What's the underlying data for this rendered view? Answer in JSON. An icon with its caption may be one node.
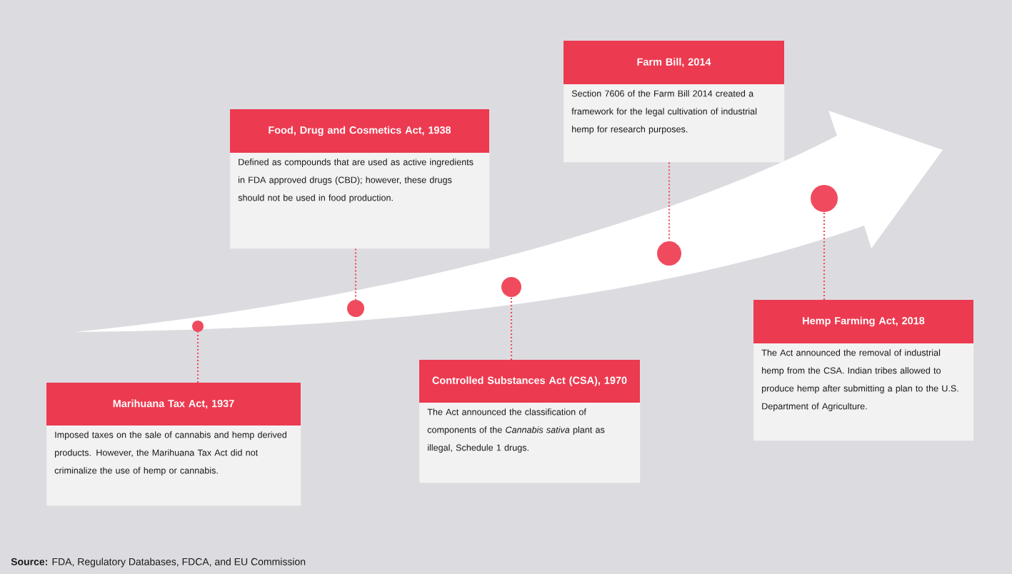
{
  "diagram": {
    "nodes": [
      {
        "text": [
          "Marihuana Tax Act, 1937",
          "Imposed taxes on the sale of cannabis and hemp derived products. However, the Marihuana Tax Act did not criminalize the use of hemp or cannabis."
        ]
      },
      {
        "text": [
          "Food, Drug and Cosmetics Act, 1938",
          "Defined as compounds that are used as active ingredients in FDA approved drugs (CBD); however, these drugs should not be used in food production."
        ]
      },
      {
        "text": [
          "Controlled Substances Act (CSA), 1970",
          "The Act announced the classification of components of the *Cannabis sativa* plant as illegal, Schedule 1 drugs."
        ]
      },
      {
        "text": [
          "Farm Bill, 2014",
          "Section 7606 of the Farm Bill 2014 created a framework for the legal cultivation of industrial hemp for research purposes."
        ]
      },
      {
        "text": [
          "Hemp Farming Act, 2018",
          "The Act announced the removal of industrial hemp from the CSA. Indian tribes allowed to produce hemp after submitting a plan to the U.S. Department of Agriculture."
        ]
      },
      {
        "text": [],
        "shape": "circle"
      },
      {
        "text": [],
        "shape": "circle"
      },
      {
        "text": [],
        "shape": "circle"
      },
      {
        "text": [],
        "shape": "circle"
      },
      {
        "text": [],
        "shape": "circle"
      }
    ],
    "edges": [
      {
        "from": 0,
        "to": 5,
        "arrow": "none"
      },
      {
        "from": 1,
        "to": 6,
        "arrow": "none"
      },
      {
        "from": 2,
        "to": 7,
        "arrow": "none"
      },
      {
        "from": 3,
        "to": 8,
        "arrow": "none"
      },
      {
        "from": 4,
        "to": 9,
        "arrow": "none"
      }
    ],
    "labels": [
      "**Source:** FDA, Regulatory Databases, FDCA, and EU Commission"
    ]
  }
}
